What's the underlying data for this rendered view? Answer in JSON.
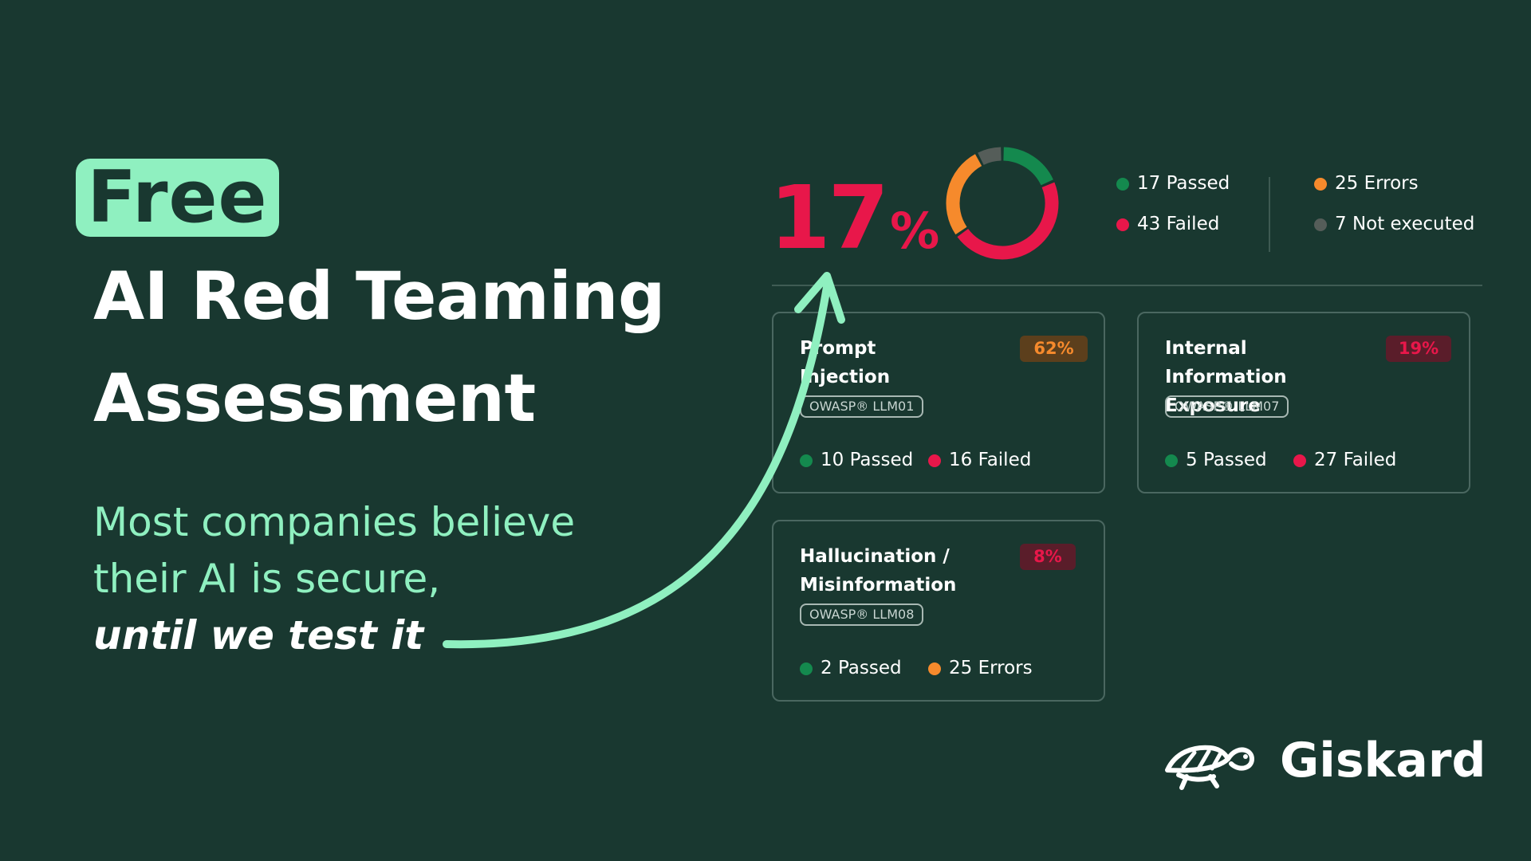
{
  "headline": {
    "badge": "Free",
    "title_line1": "AI Red Teaming",
    "title_line2": "Assessment"
  },
  "subtitle": {
    "line1": "Most companies believe",
    "line2": "their AI is secure,",
    "line3": "until we test it"
  },
  "summary": {
    "score_value": "17",
    "score_unit": "%",
    "legend": {
      "passed": "17 Passed",
      "failed": "43 Failed",
      "errors": "25 Errors",
      "not_executed": "7 Not executed"
    },
    "donut": {
      "passed": 17,
      "failed": 43,
      "errors": 25,
      "not_executed": 7
    }
  },
  "cards": [
    {
      "title_line1": "Prompt",
      "title_line2": "Injection",
      "badge": "62%",
      "tag": "OWASP® LLM01",
      "stat1": "10 Passed",
      "stat2": "16 Failed"
    },
    {
      "title_line1": "Internal Information",
      "title_line2": "Exposure",
      "badge": "19%",
      "tag": "OWASP® LLM07",
      "stat1": "5 Passed",
      "stat2": "27 Failed"
    },
    {
      "title_line1": "Hallucination /",
      "title_line2": "Misinformation",
      "badge": "8%",
      "tag": "OWASP® LLM08",
      "stat1": "2 Passed",
      "stat2": "25 Errors"
    }
  ],
  "brand": {
    "name": "Giskard",
    "logo_icon": "turtle-icon"
  },
  "colors": {
    "background": "#193830",
    "accent_mint": "#8ff0c0",
    "passed": "#14894e",
    "failed": "#e8174a",
    "errors": "#f68a2c",
    "not_executed": "#555d59"
  }
}
